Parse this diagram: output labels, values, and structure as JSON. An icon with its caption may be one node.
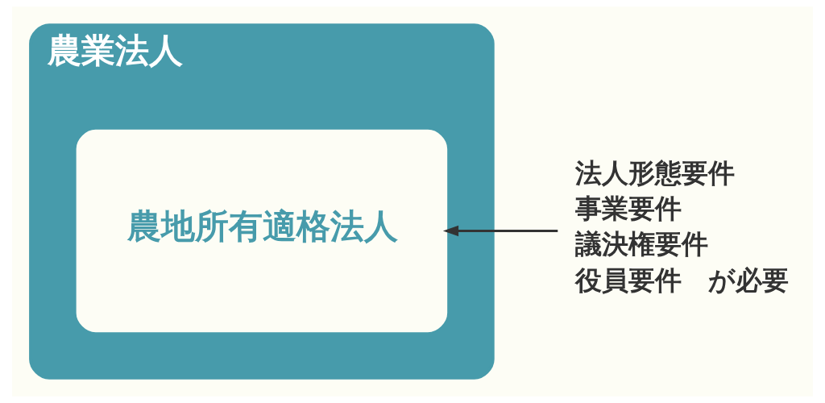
{
  "diagram": {
    "nodes": [
      {
        "text": [
          "農業法人"
        ]
      },
      {
        "text": [
          "農地所有適格法人"
        ],
        "in": 0
      },
      {
        "text": [
          "法人形態要件",
          "事業要件",
          "議決権要件",
          "役員要件　が必要"
        ]
      }
    ],
    "edges": [
      {
        "from": 2,
        "to": 1,
        "arrow": "to"
      }
    ]
  }
}
